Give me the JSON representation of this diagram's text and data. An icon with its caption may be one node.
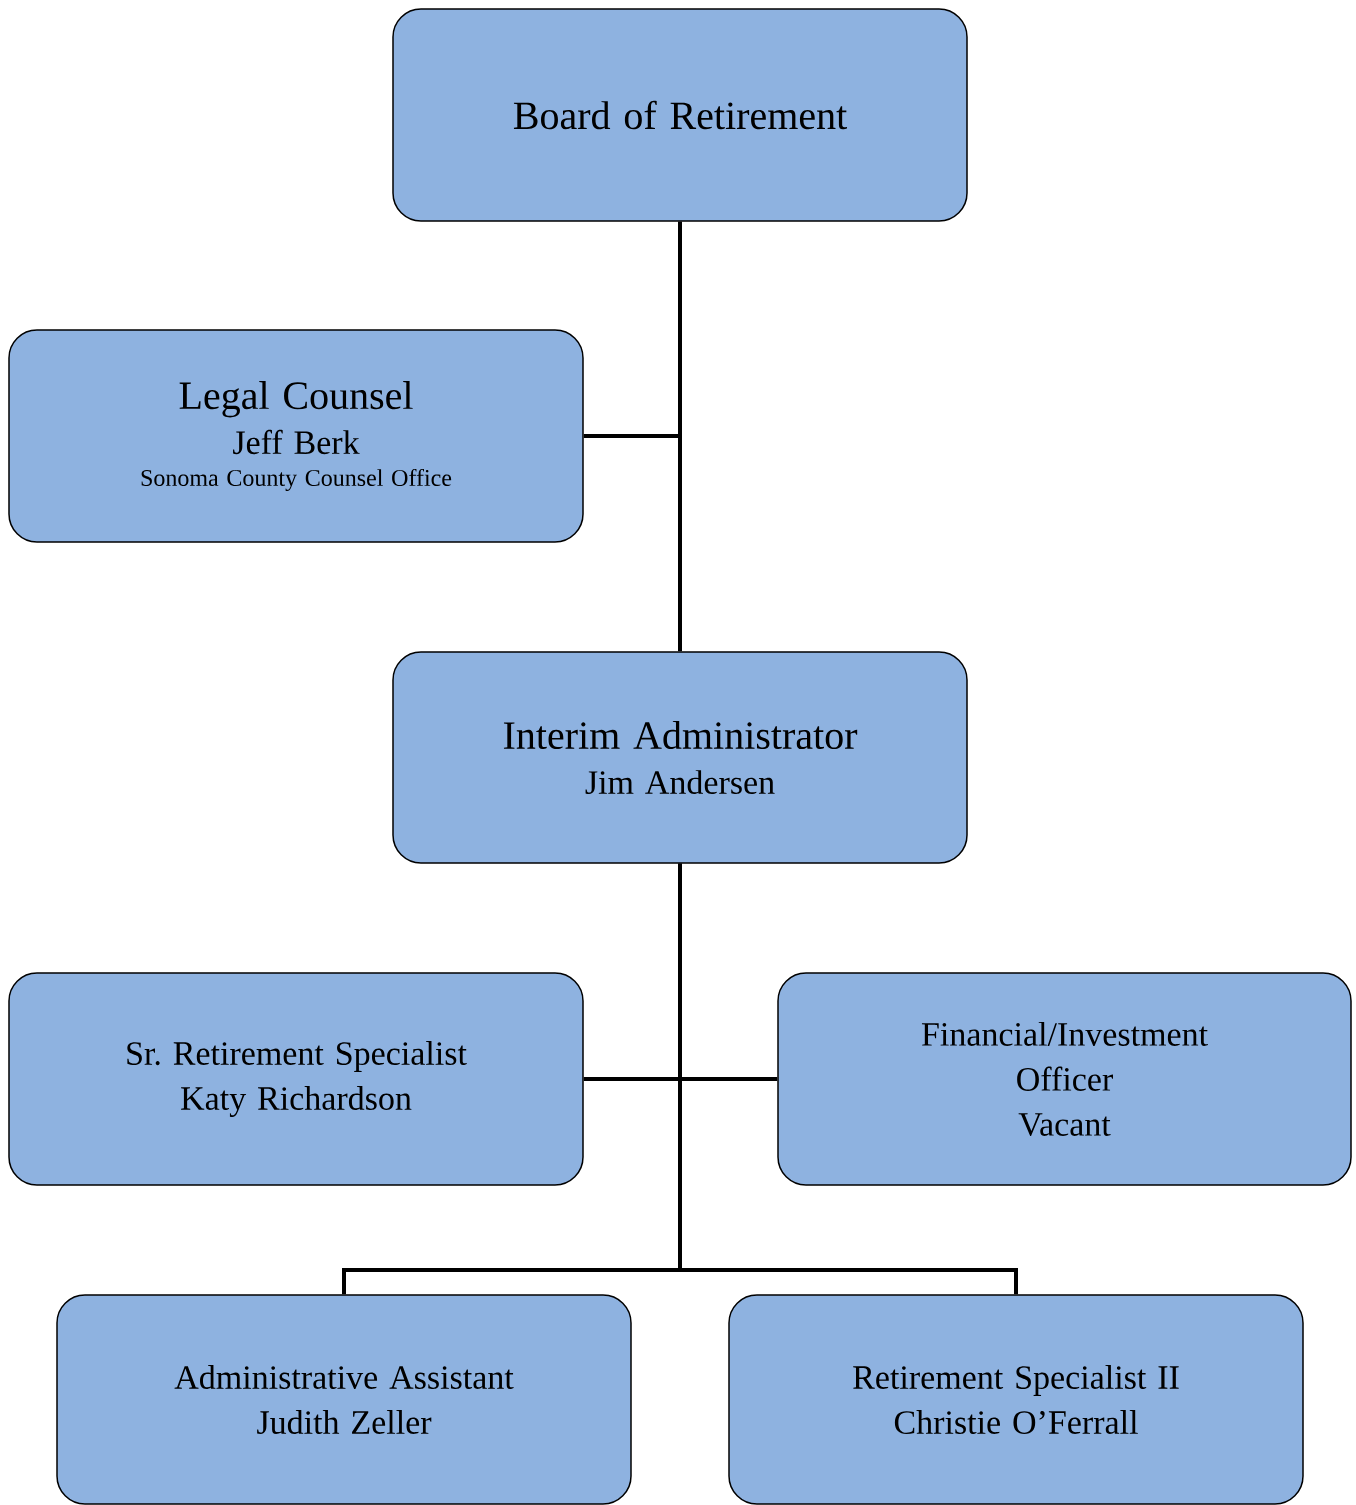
{
  "diagram": {
    "nodes": [
      {
        "text": [
          "Board of Retirement"
        ]
      },
      {
        "text": [
          "Legal Counsel",
          "Jeff Berk",
          "Sonoma County Counsel Office"
        ]
      },
      {
        "text": [
          "Interim Administrator",
          "Jim Andersen"
        ]
      },
      {
        "text": [
          "Sr. Retirement Specialist",
          "Katy Richardson"
        ]
      },
      {
        "text": [
          "Financial/Investment Officer",
          "Vacant"
        ]
      },
      {
        "text": [
          "Administrative Assistant",
          "Judith Zeller"
        ]
      },
      {
        "text": [
          "Retirement Specialist II",
          "Christie O’Ferrall"
        ]
      }
    ],
    "edges": [
      {
        "from": 0,
        "to": 1,
        "arrow": "none"
      },
      {
        "from": 0,
        "to": 2,
        "arrow": "none"
      },
      {
        "from": 2,
        "to": 3,
        "arrow": "none"
      },
      {
        "from": 2,
        "to": 4,
        "arrow": "none"
      },
      {
        "from": 2,
        "to": 5,
        "arrow": "none"
      },
      {
        "from": 2,
        "to": 6,
        "arrow": "none"
      }
    ]
  }
}
